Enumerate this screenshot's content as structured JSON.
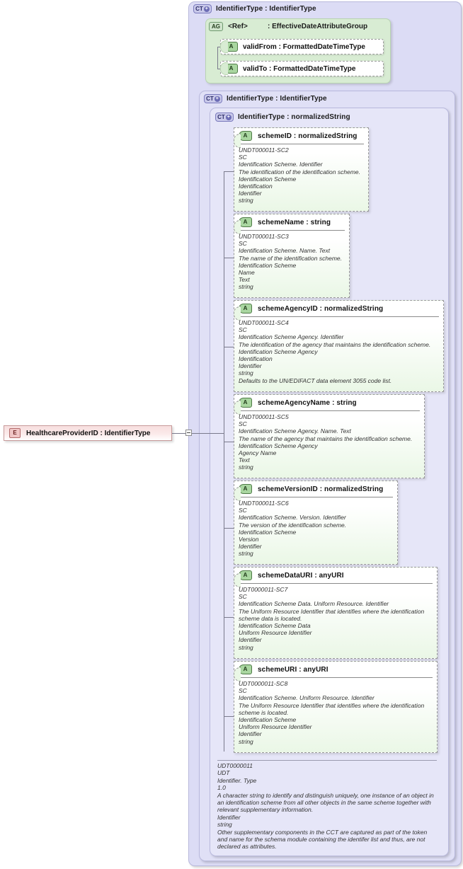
{
  "diagram": {
    "kind": "xsd-schema-diagram",
    "badges": {
      "complex_type": "CT",
      "attribute_group": "AG",
      "attribute": "A",
      "element": "E",
      "expand": "+"
    },
    "root_element": {
      "name": "HealthcareProviderID",
      "type": "IdentifierType",
      "label": "HealthcareProviderID : IdentifierType",
      "badge": "E"
    },
    "outer_complex_type": {
      "label": "IdentifierType : IdentifierType",
      "badge": "CT"
    },
    "attribute_group": {
      "label_ref": "<Ref>",
      "label_type": ": EffectiveDateAttributeGroup",
      "badge": "AG",
      "attributes": [
        {
          "label": "validFrom : FormattedDateTimeType",
          "badge": "A"
        },
        {
          "label": "validTo   : FormattedDateTimeType",
          "badge": "A"
        }
      ]
    },
    "inner_complex_type": {
      "label": "IdentifierType : IdentifierType",
      "badge": "CT"
    },
    "innermost_complex_type": {
      "label": "IdentifierType : normalizedString",
      "badge": "CT"
    },
    "attributes": [
      {
        "badge": "A",
        "title": "schemeID : normalizedString",
        "doc": [
          "UNDT000011-SC2",
          "SC",
          "Identification Scheme. Identifier",
          "The identification of the identification scheme.",
          "Identification Scheme",
          "Identification",
          "Identifier",
          "string"
        ]
      },
      {
        "badge": "A",
        "title": "schemeName : string",
        "doc": [
          "UNDT000011-SC3",
          "SC",
          "Identification Scheme. Name. Text",
          "The name of the identification scheme.",
          "Identification Scheme",
          "Name",
          "Text",
          "string"
        ]
      },
      {
        "badge": "A",
        "title": "schemeAgencyID : normalizedString",
        "doc": [
          "UNDT000011-SC4",
          "SC",
          "Identification Scheme Agency. Identifier",
          "The identification of the agency that maintains the identification scheme.",
          "Identification Scheme Agency",
          "Identification",
          "Identifier",
          "string",
          "Defaults to the UN/EDIFACT data element 3055 code list."
        ]
      },
      {
        "badge": "A",
        "title": "schemeAgencyName : string",
        "doc": [
          "UNDT000011-SC5",
          "SC",
          "Identification Scheme Agency. Name. Text",
          "The name of the agency that maintains the identification scheme.",
          "Identification Scheme Agency",
          "Agency Name",
          "Text",
          "string"
        ]
      },
      {
        "badge": "A",
        "title": "schemeVersionID : normalizedString",
        "doc": [
          "UNDT000011-SC6",
          "SC",
          "Identification Scheme. Version. Identifier",
          "The version of the identification scheme.",
          "Identification Scheme",
          "Version",
          "Identifier",
          "string"
        ]
      },
      {
        "badge": "A",
        "title": "schemeDataURI : anyURI",
        "doc": [
          "UDT0000011-SC7",
          "SC",
          "Identification Scheme Data. Uniform Resource. Identifier",
          "The Uniform Resource Identifier that identifies where the identification scheme data is located.",
          "Identification Scheme Data",
          "Uniform Resource Identifier",
          "Identifier",
          "string"
        ]
      },
      {
        "badge": "A",
        "title": "schemeURI : anyURI",
        "doc": [
          "UDT0000011-SC8",
          "SC",
          "Identification Scheme. Uniform Resource. Identifier",
          "The Uniform Resource Identifier that identifies where the identification scheme is located.",
          "Identification Scheme",
          "Uniform Resource Identifier",
          "Identifier",
          "string"
        ]
      }
    ],
    "type_annotation": [
      "UDT0000011",
      "UDT",
      "Identifier. Type",
      "1.0",
      "A character string to identify and distinguish uniquely, one instance of an object in an identification scheme from all other objects in the same scheme together with relevant supplementary information.",
      "Identifier",
      "string",
      "Other supplementary components in the CCT are captured as part of the token and name for the schema module containing the identifer list and thus, are not declared as attributes."
    ],
    "colors": {
      "complex_type_fill": "#dcdcf5",
      "attribute_group_fill": "#d8ecd3",
      "attribute_fill": "#eaf7e6",
      "element_fill": "#f7dede",
      "connector": "#7a7a8c"
    }
  }
}
